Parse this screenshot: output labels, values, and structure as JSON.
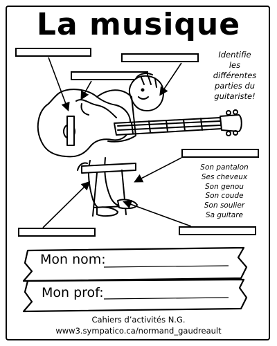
{
  "page": {
    "title": "La musique",
    "instructions": [
      "Identifie",
      "les",
      "différentes",
      "parties du",
      "guitariste!"
    ],
    "word_list": [
      "Son pantalon",
      "Ses cheveux",
      "Son genou",
      "Son coude",
      "Son soulier",
      "Sa guitare"
    ],
    "name_field_label": "Mon nom:",
    "teacher_field_label": "Mon prof:",
    "footer_line1": "Cahiers d’activités N.G.",
    "footer_line2": "www3.sympatico.ca/normand_gaudreault"
  },
  "icons": {
    "illustration": "guitarist-illustration",
    "banner": "scroll-banner"
  }
}
